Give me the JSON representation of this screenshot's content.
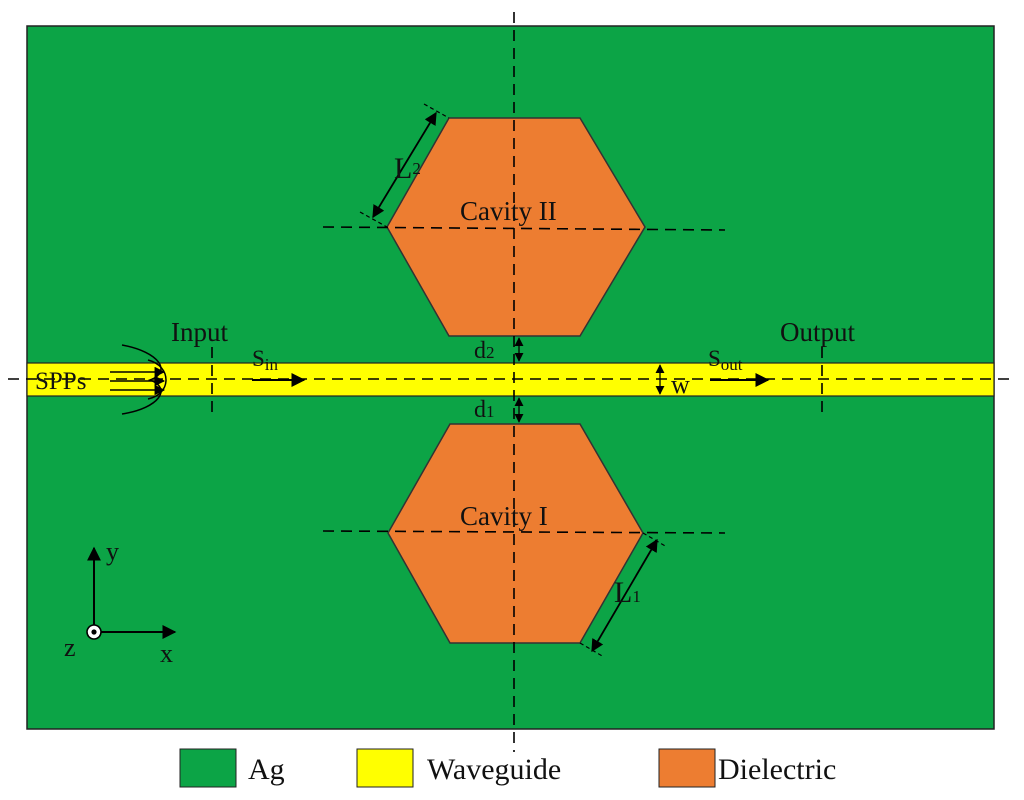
{
  "colors": {
    "ag": "#0ca446",
    "waveguide": "#ffff00",
    "dielectric": "#ed7d31",
    "line": "#000000"
  },
  "labels": {
    "cavity_2": "Cavity II",
    "cavity_1": "Cavity I",
    "l2_main": "L",
    "l2_sub": "2",
    "l1_main": "L",
    "l1_sub": "1",
    "input": "Input",
    "output": "Output",
    "spps": "SPPs",
    "s_in_main": "S",
    "s_in_sub": "in",
    "s_out_main": "S",
    "s_out_sub": "out",
    "d2_main": "d",
    "d2_sub": "2",
    "d1_main": "d",
    "d1_sub": "1",
    "w": "w",
    "axis_y": "y",
    "axis_x": "x",
    "axis_z": "z"
  },
  "legend": [
    {
      "label": "Ag",
      "color": "#0ca446"
    },
    {
      "label": "Waveguide",
      "color": "#ffff00"
    },
    {
      "label": "Dielectric",
      "color": "#ed7d31"
    }
  ]
}
